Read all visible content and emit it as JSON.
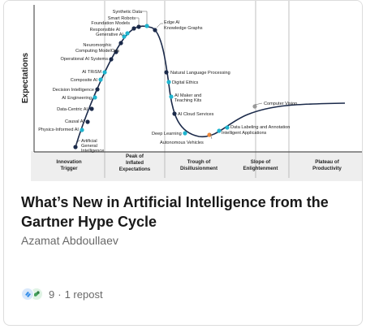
{
  "chart": {
    "y_axis_label": "Expectations",
    "curve_labels": {
      "physics_informed_ai": "Physics-Informed AI",
      "causal_ai": "Causal AI",
      "data_centric_ai": "Data-Centric AI",
      "ai_engineering": "AI Engineering",
      "decision_intelligence": "Decision Intelligence",
      "composite_ai": "Composite AI",
      "ai_trism": "AI TRiSM",
      "operational_ai_systems": "Operational AI Systems",
      "neuromorphic_line1": "Neuromorphic",
      "neuromorphic_line2": "Computing ModelOps",
      "responsible_ai": "Responsible AI",
      "generative_ai": "Generative AI",
      "foundation_models": "Foundation Models",
      "smart_robots": "Smart Robots",
      "synthetic_data": "Synthetic Data",
      "edge_ai": "Edge AI",
      "knowledge_graphs": "Knowledge Graphs",
      "agi_line1": "Artificial",
      "agi_line2": "General",
      "agi_line3": "Intelligence",
      "nlp": "Natural Language Processing",
      "digital_ethics": "Digital Ethics",
      "ai_maker_line1": "AI Maker and",
      "ai_maker_line2": "Teaching Kits",
      "ai_cloud_services": "AI Cloud Services",
      "deep_learning": "Deep Learning",
      "autonomous_vehicles": "Autonomous Vehicles",
      "data_labeling": "Data Labeling and Annotation",
      "intelligent_applications": "Intelligent Applications",
      "computer_vision": "Computer Vision"
    },
    "phases": {
      "innovation_trigger_line1": "Innovation",
      "innovation_trigger_line2": "Trigger",
      "peak_line1": "Peak of",
      "peak_line2": "Inflated",
      "peak_line3": "Expectations",
      "trough_line1": "Trough of",
      "trough_line2": "Disillusionment",
      "slope_line1": "Slope of",
      "slope_line2": "Enlightenment",
      "plateau_line1": "Plateau of",
      "plateau_line2": "Productivity"
    },
    "colors": {
      "curve": "#1b2a4a",
      "dot_cyan": "#20b5cf",
      "dot_navy": "#1b2a4a",
      "dot_orange": "#f08a3c",
      "dot_gray": "#9a9a9a",
      "phase_bg": "#eeeeee"
    }
  },
  "article": {
    "title": "What’s New in Artificial Intelligence from the Gartner Hype Cycle",
    "author": "Azamat Abdoullaev"
  },
  "social": {
    "reaction_count": "9",
    "separator": "·",
    "reposts": "1 repost",
    "reaction_icons": [
      "clap-icon",
      "support-icon"
    ]
  }
}
